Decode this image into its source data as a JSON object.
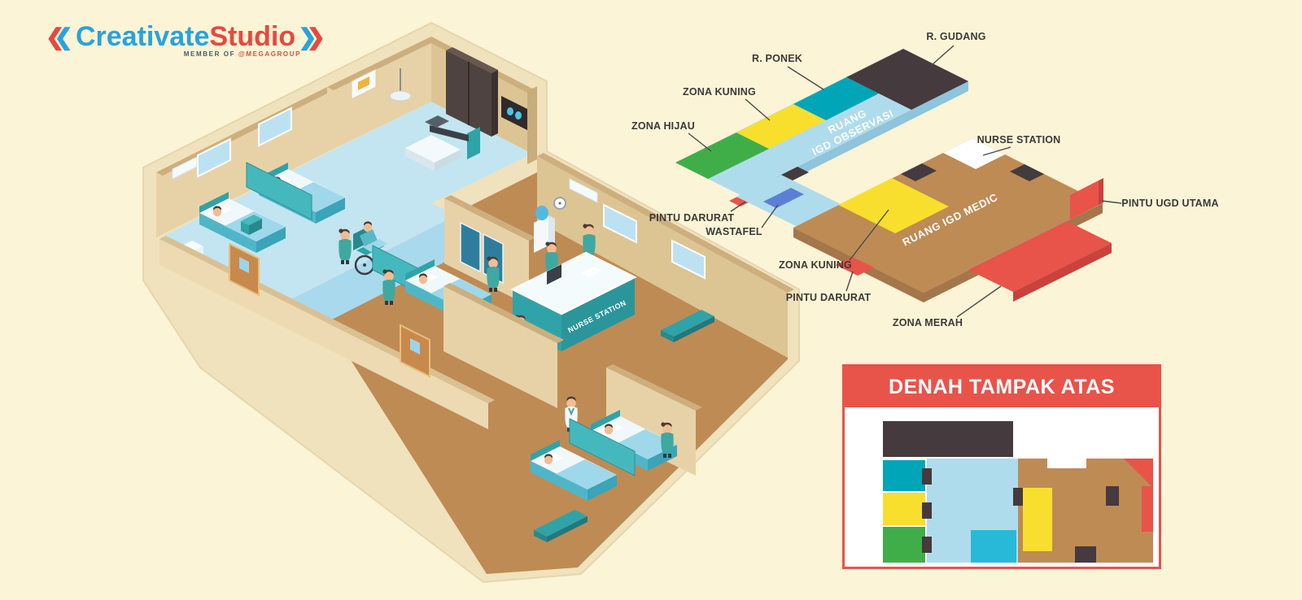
{
  "page": {
    "background": "#FCF4D6"
  },
  "logo": {
    "word1": "Creativate",
    "word2": "Studio",
    "tagline_prefix": "MEMBER OF",
    "tagline_brand": "@MEGAGROUP"
  },
  "iso_plan": {
    "labels": {
      "r_ponek": "R. PONEK",
      "r_gudang": "R. GUDANG",
      "zona_kuning_obs": "ZONA KUNING",
      "zona_hijau": "ZONA HIJAU",
      "nurse_station": "NURSE STATION",
      "pintu_darurat_obs": "PINTU DARURAT",
      "wastafel": "WASTAFEL",
      "zona_kuning_medic": "ZONA KUNING",
      "pintu_ugd_utama": "PINTU UGD UTAMA",
      "pintu_darurat_medic": "PINTU DARURAT",
      "zona_merah": "ZONA MERAH"
    },
    "area_texts": {
      "observasi_line1": "RUANG",
      "observasi_line2": "IGD OBSERVASI",
      "medic": "RUANG IGD MEDIC"
    },
    "colors": {
      "floor_blue": "#AFDCEC",
      "side_blue": "#8FC4DC",
      "green": "#3FAE49",
      "yellow": "#F8DF2E",
      "teal": "#00A5B8",
      "dark": "#453A3D",
      "red": "#E8534A",
      "red_dark": "#C9423B",
      "white": "#FFFFFF",
      "brown": "#BE8B55",
      "brown_side": "#A5764A",
      "wastafel": "#5C7FD6"
    }
  },
  "top_view": {
    "title": "DENAH T AMPAK ATAS_placeholder",
    "title_text": "DENAH TAMPAK ATAS",
    "colors": {
      "cyan": "#29B9D8"
    }
  },
  "illustration": {
    "nurse_station_sign": "NURSE STATION"
  }
}
